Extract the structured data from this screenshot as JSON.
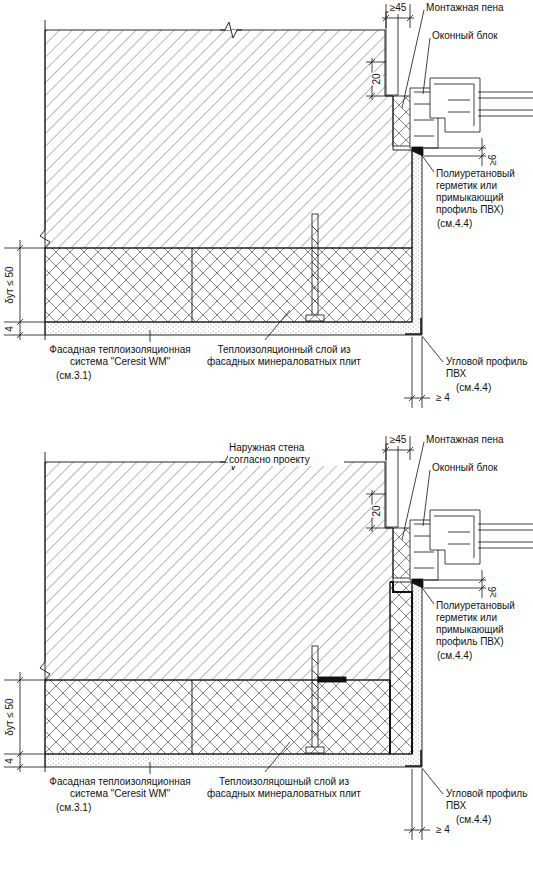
{
  "diagram": {
    "labels": [
      "Монтажная пена",
      "≥45",
      "Оконный блок",
      "20",
      "≥6",
      "Полиуретановый герметик или примыкающий профиль ПВХ)",
      "(см.4.4)",
      "δут ≤ 50",
      "4",
      "Фасадная теплоизоляционная система \"Ceresit WM\"",
      "(см.3.1)",
      "Теплоизоляционный слой из фасадных минераловатных плит",
      "Угловой профиль ПВХ",
      "(см.4.4)",
      "≥ 4",
      "Наружная стена согласно проекту",
      "Монтажная пена",
      "≥45",
      "Оконный блок",
      "20",
      "≥6",
      "Полиуретановый герметик или примыкающий профиль ПВХ)",
      "(см.4.4)",
      "δут ≤ 50",
      "4",
      "Фасадная теплоизоляционная система \"Ceresit WM\"",
      "(см.3.1)",
      "Теплоизоляцошный слой из фасадных минераловатных плит",
      "Угловой профиль ПВХ",
      "(см.4.4)",
      "≥ 4"
    ]
  }
}
